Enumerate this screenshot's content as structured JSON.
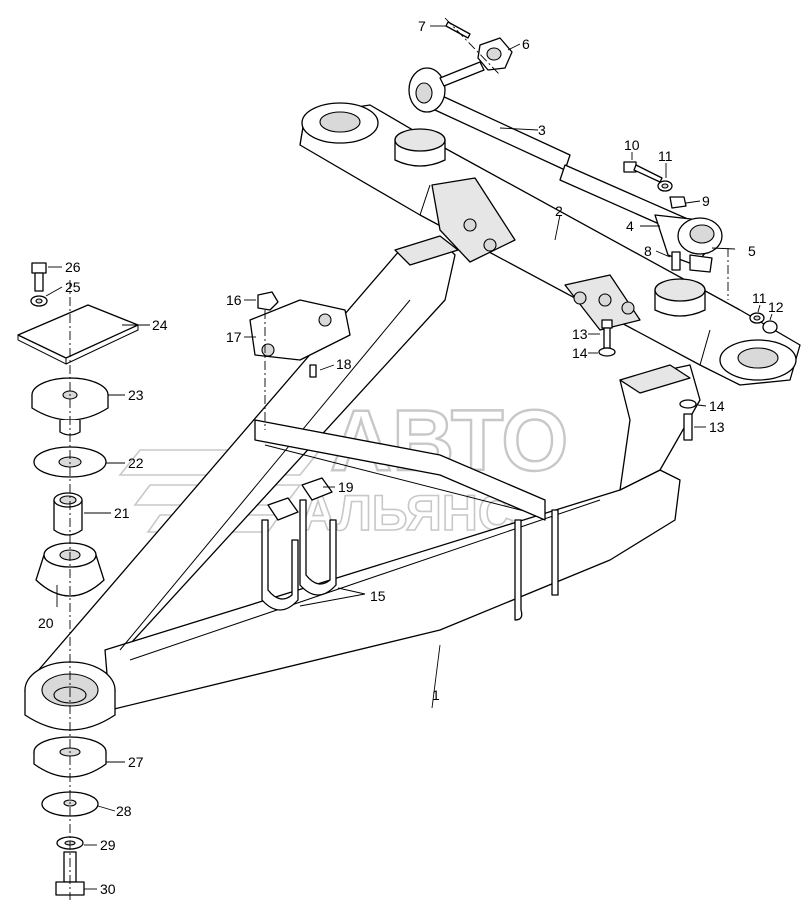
{
  "watermark": {
    "line1": "АВТО",
    "line2": "АЛЬЯНС"
  },
  "callouts": [
    {
      "id": "c1",
      "text": "1"
    },
    {
      "id": "c2",
      "text": "2"
    },
    {
      "id": "c3",
      "text": "3"
    },
    {
      "id": "c4",
      "text": "4"
    },
    {
      "id": "c5",
      "text": "5"
    },
    {
      "id": "c6",
      "text": "6"
    },
    {
      "id": "c7",
      "text": "7"
    },
    {
      "id": "c8",
      "text": "8"
    },
    {
      "id": "c9",
      "text": "9"
    },
    {
      "id": "c10",
      "text": "10"
    },
    {
      "id": "c11a",
      "text": "11"
    },
    {
      "id": "c11b",
      "text": "11"
    },
    {
      "id": "c12",
      "text": "12"
    },
    {
      "id": "c13a",
      "text": "13"
    },
    {
      "id": "c13b",
      "text": "13"
    },
    {
      "id": "c14a",
      "text": "14"
    },
    {
      "id": "c14b",
      "text": "14"
    },
    {
      "id": "c15",
      "text": "15"
    },
    {
      "id": "c16",
      "text": "16"
    },
    {
      "id": "c17",
      "text": "17"
    },
    {
      "id": "c18",
      "text": "18"
    },
    {
      "id": "c19",
      "text": "19"
    },
    {
      "id": "c20",
      "text": "20"
    },
    {
      "id": "c21",
      "text": "21"
    },
    {
      "id": "c22",
      "text": "22"
    },
    {
      "id": "c23",
      "text": "23"
    },
    {
      "id": "c24",
      "text": "24"
    },
    {
      "id": "c25",
      "text": "25"
    },
    {
      "id": "c26",
      "text": "26"
    },
    {
      "id": "c27",
      "text": "27"
    },
    {
      "id": "c28",
      "text": "28"
    },
    {
      "id": "c29",
      "text": "29"
    },
    {
      "id": "c30",
      "text": "30"
    }
  ]
}
